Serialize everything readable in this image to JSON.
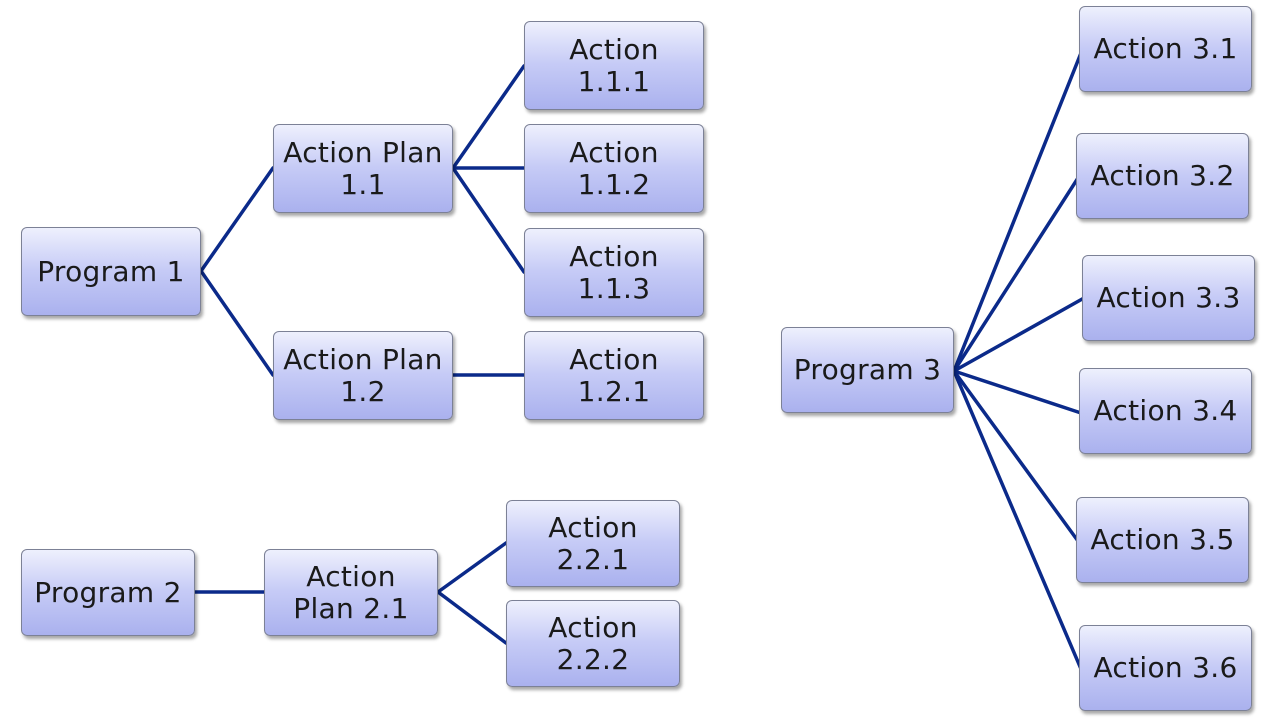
{
  "colors": {
    "connector": "#0b2a8a",
    "box_top": "#eef0fd",
    "box_bottom": "#aab1ee",
    "box_border": "#7c8196"
  },
  "program1": {
    "root": "Program 1",
    "action_plan_1_1": "Action Plan\n1.1",
    "action_plan_1_2": "Action Plan\n1.2",
    "action_1_1_1": "Action\n1.1.1",
    "action_1_1_2": "Action\n1.1.2",
    "action_1_1_3": "Action\n1.1.3",
    "action_1_2_1": "Action\n1.2.1"
  },
  "program2": {
    "root": "Program 2",
    "action_plan_2_1": "Action\nPlan 2.1",
    "action_2_2_1": "Action\n2.2.1",
    "action_2_2_2": "Action\n2.2.2"
  },
  "program3": {
    "root": "Program 3",
    "action_3_1": "Action 3.1",
    "action_3_2": "Action 3.2",
    "action_3_3": "Action 3.3",
    "action_3_4": "Action 3.4",
    "action_3_5": "Action 3.5",
    "action_3_6": "Action 3.6"
  },
  "edges": [
    [
      "program1.root",
      "program1.action_plan_1_1"
    ],
    [
      "program1.root",
      "program1.action_plan_1_2"
    ],
    [
      "program1.action_plan_1_1",
      "program1.action_1_1_1"
    ],
    [
      "program1.action_plan_1_1",
      "program1.action_1_1_2"
    ],
    [
      "program1.action_plan_1_1",
      "program1.action_1_1_3"
    ],
    [
      "program1.action_plan_1_2",
      "program1.action_1_2_1"
    ],
    [
      "program2.root",
      "program2.action_plan_2_1"
    ],
    [
      "program2.action_plan_2_1",
      "program2.action_2_2_1"
    ],
    [
      "program2.action_plan_2_1",
      "program2.action_2_2_2"
    ],
    [
      "program3.root",
      "program3.action_3_1"
    ],
    [
      "program3.root",
      "program3.action_3_2"
    ],
    [
      "program3.root",
      "program3.action_3_3"
    ],
    [
      "program3.root",
      "program3.action_3_4"
    ],
    [
      "program3.root",
      "program3.action_3_5"
    ],
    [
      "program3.root",
      "program3.action_3_6"
    ]
  ]
}
